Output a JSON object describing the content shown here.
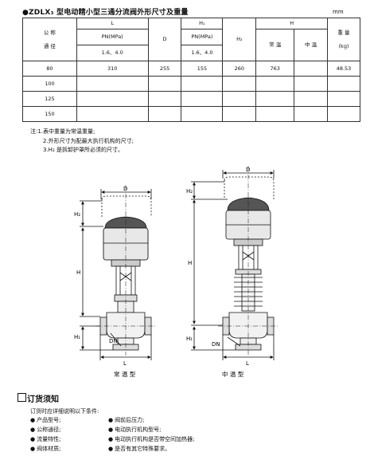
{
  "title": "●ZDLX₃ 型电动精小型三通分流阀外形尺寸及重量",
  "unit": "mm",
  "table": {
    "col_nominal": "公 称",
    "col_nominal2": "通 径",
    "col_L": "L",
    "col_L_pn": "PN(MPa)",
    "col_L_values": "1.6、4.0",
    "col_D": "D",
    "col_H1": "H₁",
    "col_H1_pn": "PN(MPa)",
    "col_H1_values": "1.6、4.0",
    "col_H2": "H₂",
    "col_H": "H",
    "col_H_normal": "常 温",
    "col_H_medium": "中 温",
    "col_weight": "重 量",
    "col_weight_unit": "(kg)",
    "rows": [
      [
        "80",
        "310",
        "255",
        "155",
        "260",
        "763",
        "",
        "48.53"
      ],
      [
        "100",
        "",
        "",
        "",
        "",
        "",
        "",
        ""
      ],
      [
        "125",
        "",
        "",
        "",
        "",
        "",
        "",
        ""
      ],
      [
        "150",
        "",
        "",
        "",
        "",
        "",
        "",
        ""
      ]
    ]
  },
  "notes": [
    "注:1.表中重量为常温重量;",
    "2.外形尺寸为配最大执行机构的尺寸;",
    "3.H₂ 是拆卸护罩所必须的尺寸。"
  ],
  "figures": {
    "left_caption": "常 温 型",
    "right_caption": "中 温 型",
    "dims": {
      "D": "D",
      "H": "H",
      "H1": "H₁",
      "H2": "H₂",
      "L": "L",
      "DN": "DN"
    }
  },
  "order": {
    "heading": "订货须知",
    "intro": "订货时应详细说明以下条件:",
    "left_items": [
      "产品型号;",
      "公称通径;",
      "流量特性;",
      "阀体材质;"
    ],
    "right_items": [
      "阀前后压力;",
      "电动执行机构型号;",
      "电动执行机构是否带空间加热器;",
      "是否有其它特殊要求。"
    ]
  }
}
